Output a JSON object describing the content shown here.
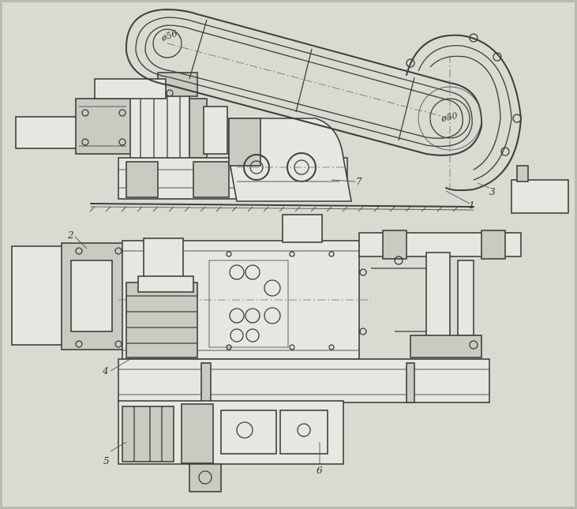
{
  "labels": {
    "n1": "1",
    "n2": "2",
    "n3": "3",
    "n4": "4",
    "n5": "5",
    "n6": "6",
    "n7": "7",
    "d_top": "ø56",
    "d_mid": "ø50"
  }
}
